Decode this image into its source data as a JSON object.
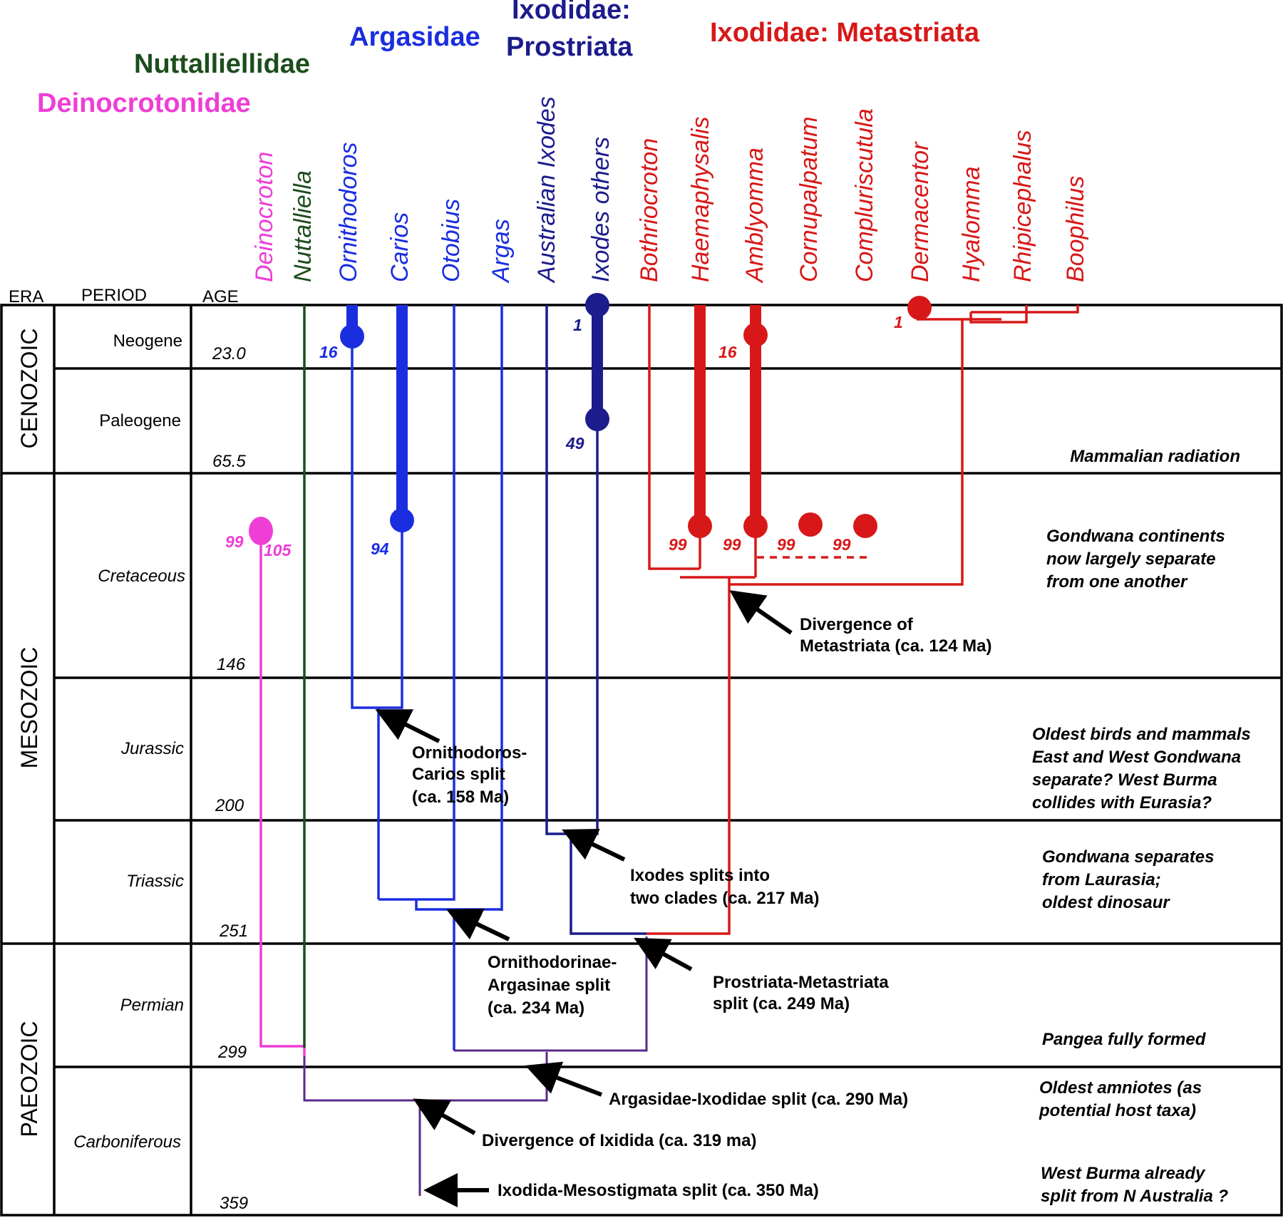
{
  "families": {
    "deinocrotonidae": "Deinocrotonidae",
    "nuttalliellidae": "Nuttalliellidae",
    "argasidae": "Argasidae",
    "prostriata_line1": "Ixodidae:",
    "prostriata_line2": "Prostriata",
    "metastriata": "Ixodidae: Metastriata"
  },
  "genera": [
    "Deinocroton",
    "Nuttalliella",
    "Ornithodoros",
    "Carios",
    "Otobius",
    "Argas",
    "Australian Ixodes",
    "Ixodes others",
    "Bothriocroton",
    "Haemaphysalis",
    "Amblyomma",
    "Cornupalpatum",
    "Compluriscutula",
    "Dermacentor",
    "Hyalomma",
    "Rhipicephalus",
    "Boophilus"
  ],
  "columns": {
    "era": "ERA",
    "period": "PERIOD",
    "age": "AGE"
  },
  "eras": [
    "CENOZOIC",
    "MESOZOIC",
    "PAEOZOIC"
  ],
  "periods": [
    "Neogene",
    "Paleogene",
    "Cretaceous",
    "Jurassic",
    "Triassic",
    "Permian",
    "Carboniferous"
  ],
  "ages": [
    "23.0",
    "65.5",
    "146",
    "200",
    "251",
    "299",
    "359"
  ],
  "fossil_ages": {
    "deinocroton_a": "99",
    "deinocroton_b": "105",
    "ornithodoros": "16",
    "carios": "94",
    "ixodes_top": "1",
    "ixodes_mid": "49",
    "haemaphysalis": "99",
    "amblyomma_top": "16",
    "amblyomma": "99",
    "cornupalpatum": "99",
    "compluriscutula": "99",
    "dermacentor": "1"
  },
  "divergences": {
    "metastriata_1": "Divergence of",
    "metastriata_2": "Metastriata (ca. 124 Ma)",
    "orn_carios_1": "Ornithodoros-",
    "orn_carios_2": "Carios split",
    "orn_carios_3": "(ca. 158 Ma)",
    "ixodes_1": "Ixodes splits into",
    "ixodes_2": "two clades (ca. 217 Ma)",
    "orn_arg_1": "Ornithodorinae-",
    "orn_arg_2": "Argasinae split",
    "orn_arg_3": "(ca. 234 Ma)",
    "pro_meta_1": "Prostriata-Metastriata",
    "pro_meta_2": "split (ca. 249 Ma)",
    "arg_ixo": "Argasidae-Ixodidae split (ca. 290 Ma)",
    "ixidida": "Divergence of Ixidida (ca. 319 ma)",
    "ixo_meso": "Ixodida-Mesostigmata split (ca. 350 Ma)"
  },
  "events": {
    "mammal": "Mammalian radiation",
    "gond_sep_1": "Gondwana continents",
    "gond_sep_2": "now largely separate",
    "gond_sep_3": "from one another",
    "birds_1": "Oldest birds and mammals",
    "birds_2": "East and West Gondwana",
    "birds_3": "separate? West Burma",
    "birds_4": "collides with Eurasia?",
    "laurasia_1": "Gondwana separates",
    "laurasia_2": "from Laurasia;",
    "laurasia_3": "oldest dinosaur",
    "pangea": "Pangea fully formed",
    "amniotes_1": "Oldest amniotes (as",
    "amniotes_2": "potential host taxa)",
    "burma_1": "West Burma already",
    "burma_2": "split from N Australia ?"
  },
  "colors": {
    "deinocrotonidae": "#ee3ed6",
    "nuttalliellidae": "#1d4d1d",
    "argasidae": "#1a2ee0",
    "prostriata": "#1c1c8c",
    "metastriata": "#d81818",
    "root": "#5a2a8a"
  }
}
